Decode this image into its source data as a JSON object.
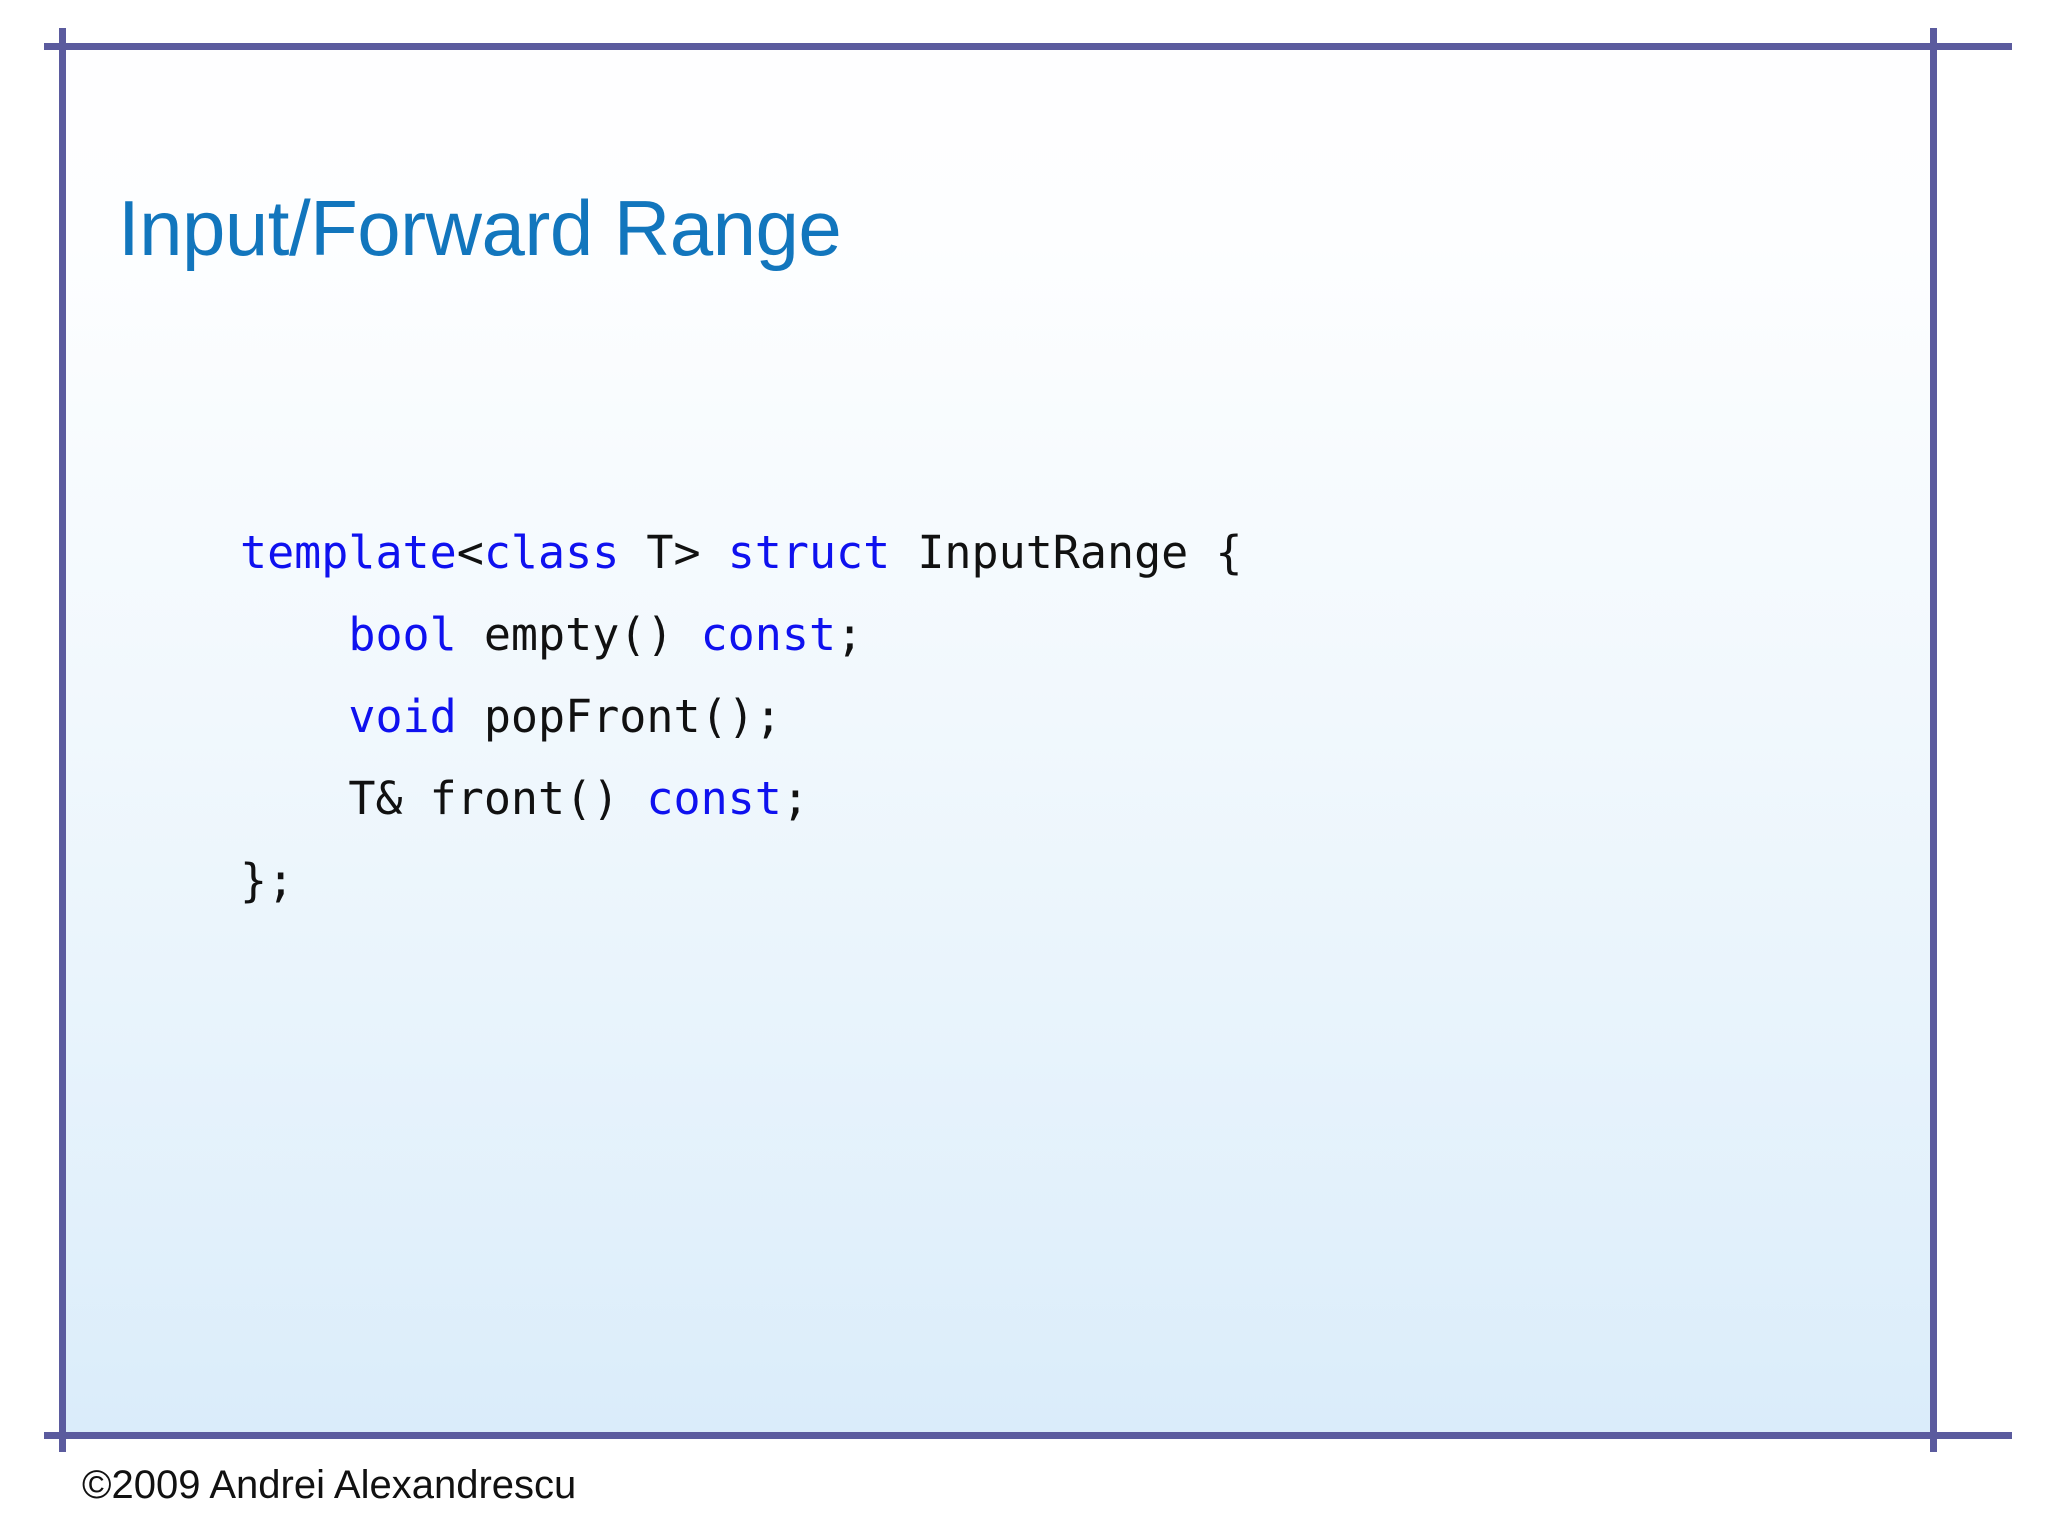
{
  "slide": {
    "title": "Input/Forward Range",
    "footer": "©2009 Andrei Alexandrescu",
    "colors": {
      "title": "#1276bd",
      "frame": "#5b5b9e",
      "keyword": "#0f11ef",
      "identifier": "#111111",
      "panel_top": "#fefeff",
      "panel_bottom": "#daecfa",
      "page_background": "#ffffff"
    }
  },
  "code": {
    "language": "cpp",
    "lines": [
      {
        "indent": "",
        "tokens": [
          {
            "text": "template",
            "type": "keyword"
          },
          {
            "text": "<",
            "type": "identifier"
          },
          {
            "text": "class",
            "type": "keyword"
          },
          {
            "text": " T> ",
            "type": "identifier"
          },
          {
            "text": "struct",
            "type": "keyword"
          },
          {
            "text": " InputRange {",
            "type": "identifier"
          }
        ]
      },
      {
        "indent": "    ",
        "tokens": [
          {
            "text": "bool",
            "type": "keyword"
          },
          {
            "text": " empty() ",
            "type": "identifier"
          },
          {
            "text": "const",
            "type": "keyword"
          },
          {
            "text": ";",
            "type": "identifier"
          }
        ]
      },
      {
        "indent": "    ",
        "tokens": [
          {
            "text": "void",
            "type": "keyword"
          },
          {
            "text": " popFront();",
            "type": "identifier"
          }
        ]
      },
      {
        "indent": "    ",
        "tokens": [
          {
            "text": "T& front() ",
            "type": "identifier"
          },
          {
            "text": "const",
            "type": "keyword"
          },
          {
            "text": ";",
            "type": "identifier"
          }
        ]
      },
      {
        "indent": "",
        "tokens": [
          {
            "text": "};",
            "type": "identifier"
          }
        ]
      }
    ]
  }
}
